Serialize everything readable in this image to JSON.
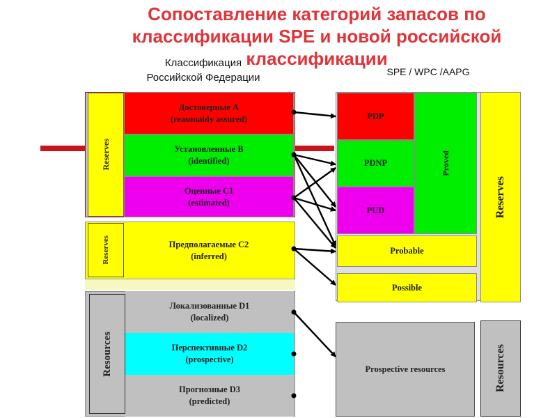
{
  "title": "Сопоставление категорий запасов по классификации SPE и новой российской классификации",
  "headers": {
    "left": [
      "Классификация",
      "Российской Федерации"
    ],
    "right": "SPE / WPC /AAPG"
  },
  "left_categories": {
    "A": [
      "Достоверные А",
      "(reasonably assured)"
    ],
    "B": [
      "Установленные В",
      "(identified)"
    ],
    "C1": [
      "Оценные С1",
      "(estimated)"
    ],
    "C2": [
      "Предполагаемые С2",
      "(inferred)"
    ],
    "D1": [
      "Локализованные D1",
      "(localized)"
    ],
    "D2": [
      "Перспективные D2",
      "(prospective)"
    ],
    "D3": [
      "Прогнозные D3",
      "(predicted)"
    ]
  },
  "left_group_labels": {
    "reserves_top": "Reserves",
    "reserves_mid": "Reserves",
    "resources": "Resources"
  },
  "right_categories": {
    "pdp": "PDP",
    "pdnp": "PDNP",
    "pud": "PUD",
    "proved": "Proved",
    "probable": "Probable",
    "possible": "Possible",
    "prospective": "Prospective resources",
    "reserves": "Reserves",
    "resources": "Resources"
  },
  "colors": {
    "title": "#e0343a",
    "red": "#ff0000",
    "green": "#00ee00",
    "magenta": "#ee00ee",
    "yellow": "#ffff00",
    "cyan": "#00ffff",
    "gray": "#c0c0c0"
  }
}
